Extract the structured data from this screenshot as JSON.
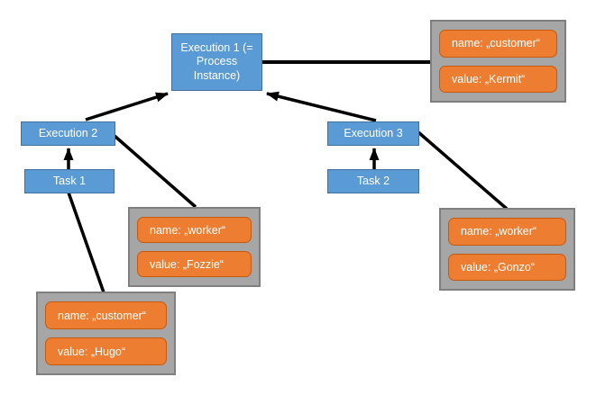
{
  "diagram": {
    "nodes": {
      "execution1": {
        "label": "Execution 1 (= Process Instance)"
      },
      "execution2": {
        "label": "Execution 2"
      },
      "task1": {
        "label": "Task 1"
      },
      "execution3": {
        "label": "Execution 3"
      },
      "task2": {
        "label": "Task 2"
      }
    },
    "variable_groups": {
      "kermit": {
        "name": "name: „customer“",
        "value": "value: „Kermit“"
      },
      "fozzie": {
        "name": "name: „worker“",
        "value": "value: „Fozzie“"
      },
      "gonzo": {
        "name": "name: „worker“",
        "value": "value: „Gonzo“"
      },
      "hugo": {
        "name": "name: „customer“",
        "value": "value: „Hugo“"
      }
    },
    "edges": [
      {
        "from": "execution2",
        "to": "execution1",
        "type": "arrow"
      },
      {
        "from": "execution3",
        "to": "execution1",
        "type": "arrow"
      },
      {
        "from": "task1",
        "to": "execution2",
        "type": "arrow"
      },
      {
        "from": "task2",
        "to": "execution3",
        "type": "arrow"
      },
      {
        "from": "variables-kermit",
        "to": "execution1",
        "type": "line"
      },
      {
        "from": "variables-fozzie",
        "to": "execution2",
        "type": "line"
      },
      {
        "from": "variables-gonzo",
        "to": "execution3",
        "type": "line"
      },
      {
        "from": "variables-hugo",
        "to": "task1",
        "type": "line"
      }
    ],
    "colors": {
      "node_fill": "#5B9BD5",
      "node_border": "#41719C",
      "variable_fill": "#ED7D31",
      "variable_border": "#C55A11",
      "group_fill": "#A6A6A6",
      "group_border": "#7F7F7F",
      "connector": "#000000",
      "text": "#FFFFFF"
    }
  }
}
